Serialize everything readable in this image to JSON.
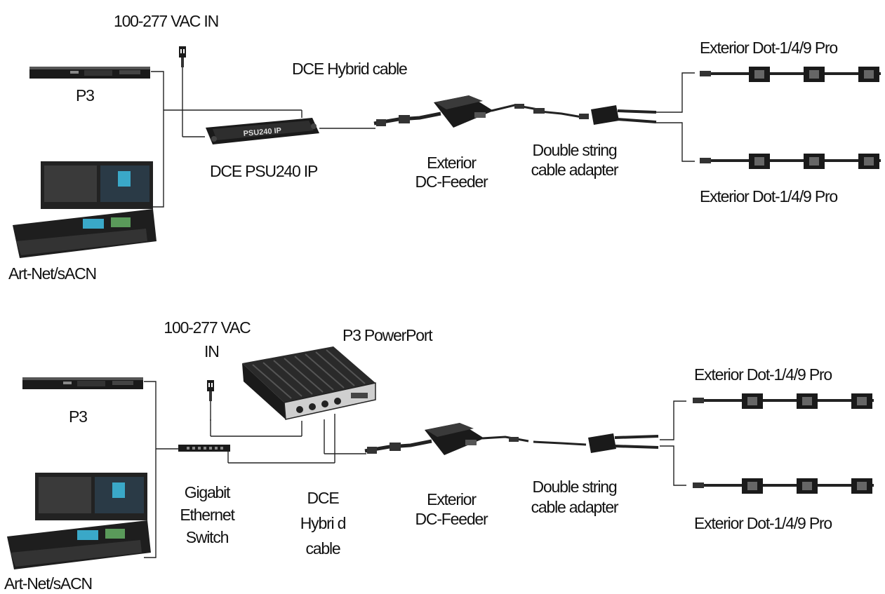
{
  "top": {
    "vac_in": "100-277   VAC  IN",
    "hybrid_cable": "DCE Hybrid cable",
    "p3": "P3",
    "psu": "DCE PSU240 IP",
    "psu_device_text": "PSU240 IP",
    "feeder_line1": "Exterior",
    "feeder_line2": "DC-Feeder",
    "adapter_line1": "Double string",
    "adapter_line2": "cable adapter",
    "dot_upper": "Exterior Dot-1/4/9 Pro",
    "dot_lower": "Exterior Dot-1/4/9 Pro",
    "artnet": "Art-Net/sACN"
  },
  "bottom": {
    "vac_line1": "100-277    VAC",
    "vac_line2": "IN",
    "powerport": "P3 PowerPort",
    "p3": "P3",
    "switch_line1": "Gigabit",
    "switch_line2": "Ethernet",
    "switch_line3": "Switch",
    "hybrid_line1": "DCE",
    "hybrid_line2": "Hybri d",
    "hybrid_line3": "cable",
    "feeder_line1": "Exterior",
    "feeder_line2": "DC-Feeder",
    "adapter_line1": "Double string",
    "adapter_line2": "cable adapter",
    "dot_upper": "Exterior Dot-1/4/9 Pro",
    "dot_lower": "Exterior Dot-1/4/9 Pro",
    "artnet": "Art-Net/sACN"
  },
  "colors": {
    "device_dark": "#1a1a1a",
    "device_mid": "#555555",
    "wire": "#222222",
    "screen_accent": "#3aa8c8",
    "background": "#ffffff"
  }
}
